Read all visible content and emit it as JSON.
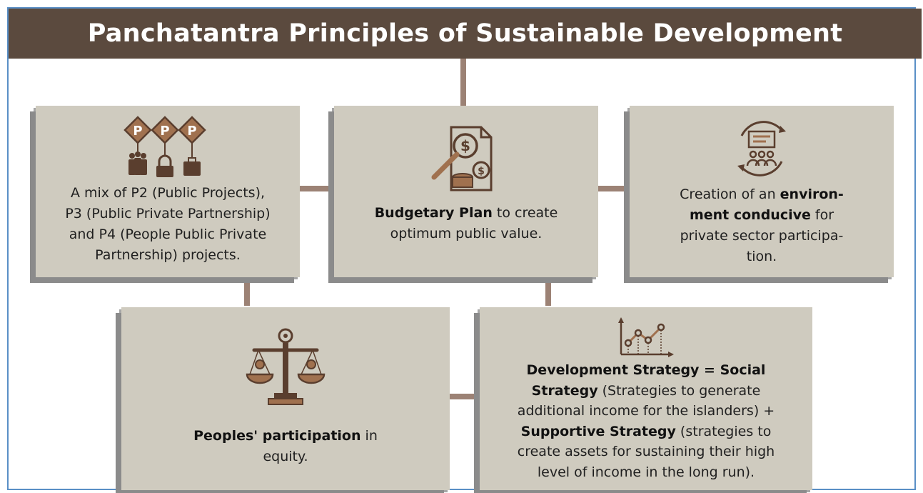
{
  "title": "Panchatantra Principles of Sustainable Development",
  "colors": {
    "banner": "#5b4a3e",
    "box": "#cfcbbf",
    "connector": "#9c8275",
    "icon_dark": "#5a3e2e",
    "icon_accent": "#a0714f"
  },
  "boxes": [
    {
      "id": "ppp-mix",
      "icon": "ppp-icon",
      "icon_letters": [
        "P",
        "P",
        "P"
      ],
      "lines": [
        "A mix of P2 (Public Projects),",
        "P3 (Public Private Partnership)",
        "and P4 (People Public Private",
        "Partnership) projects."
      ]
    },
    {
      "id": "budgetary-plan",
      "icon": "budget-document-icon",
      "bold": "Budgetary Plan",
      "line1_rest": " to create",
      "line2": "optimum public value."
    },
    {
      "id": "environment",
      "icon": "meeting-cycle-icon",
      "line1": "Creation of an ",
      "bold1": "environ-",
      "bold2": "ment conducive",
      "line2_rest": " for",
      "line3": "private sector participa-",
      "line4": "tion."
    },
    {
      "id": "peoples-participation",
      "icon": "balance-scale-icon",
      "bold": "Peoples' participation",
      "line1_rest": " in",
      "line2": "equity."
    },
    {
      "id": "development-strategy",
      "icon": "growth-chart-icon",
      "bold1": "Development Strategy = Social",
      "bold2": "Strategy",
      "line2_rest": " (Strategies to generate",
      "line3": "additional income for the islanders) +",
      "bold3": "Supportive Strategy",
      "line4_rest": " (strategies to",
      "line5": "create assets for sustaining their high",
      "line6": "level of income in the long run)."
    }
  ]
}
